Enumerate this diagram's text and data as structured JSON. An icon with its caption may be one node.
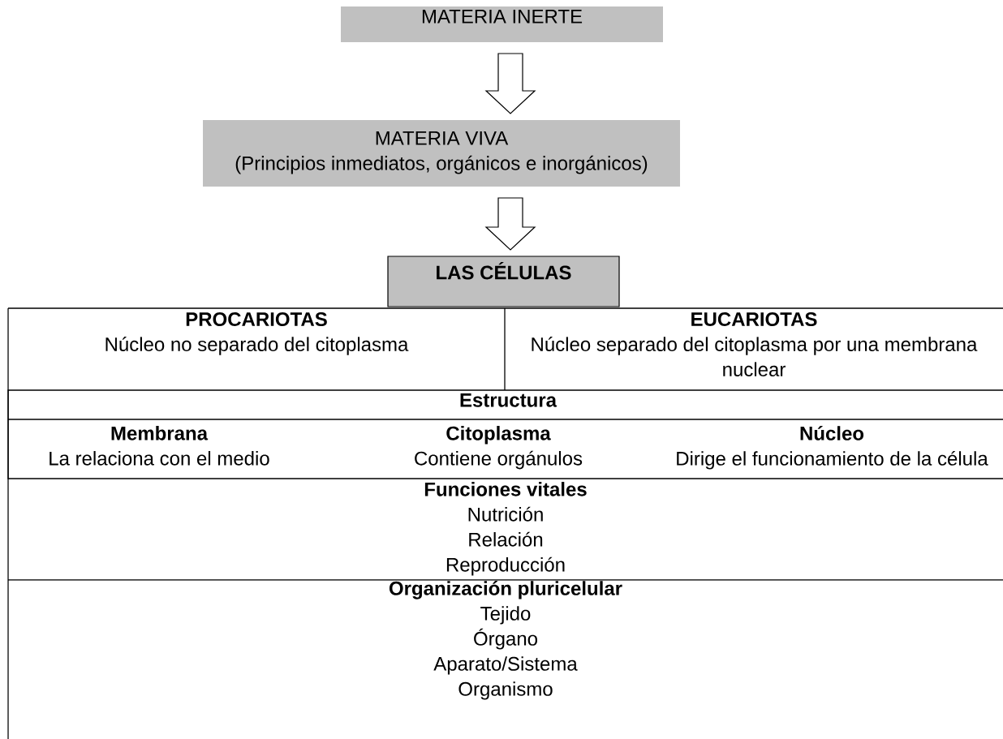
{
  "diagram": {
    "nodes": [
      {
        "text": [
          "MATERIA INERTE"
        ]
      },
      {
        "text": [
          "MATERIA VIVA",
          "(Principios inmediatos, orgánicos e inorgánicos)"
        ]
      },
      {
        "text": [
          "LAS CÉLULAS"
        ]
      },
      {
        "text": [
          "PROCARIOTAS",
          "Núcleo no separado del citoplasma"
        ]
      },
      {
        "text": [
          "EUCARIOTAS",
          "Núcleo separado del citoplasma por una membrana nuclear"
        ]
      },
      {
        "text": [
          "Estructura"
        ]
      },
      {
        "text": [
          "Membrana",
          "La relaciona con el medio"
        ],
        "in": 5
      },
      {
        "text": [
          "Citoplasma",
          "Contiene orgánulos"
        ],
        "in": 5
      },
      {
        "text": [
          "Núcleo",
          "Dirige el funcionamiento de la célula"
        ],
        "in": 5
      },
      {
        "text": [
          "Funciones vitales",
          "Nutrición",
          "Relación",
          "Reproducción"
        ]
      },
      {
        "text": [
          "Organización pluricelular",
          "Tejido",
          "Órgano",
          "Aparato/Sistema",
          "Organismo"
        ]
      }
    ],
    "edges": [
      {
        "from": 0,
        "to": 1,
        "arrow": "to"
      },
      {
        "from": 1,
        "to": 2,
        "arrow": "to"
      }
    ]
  }
}
